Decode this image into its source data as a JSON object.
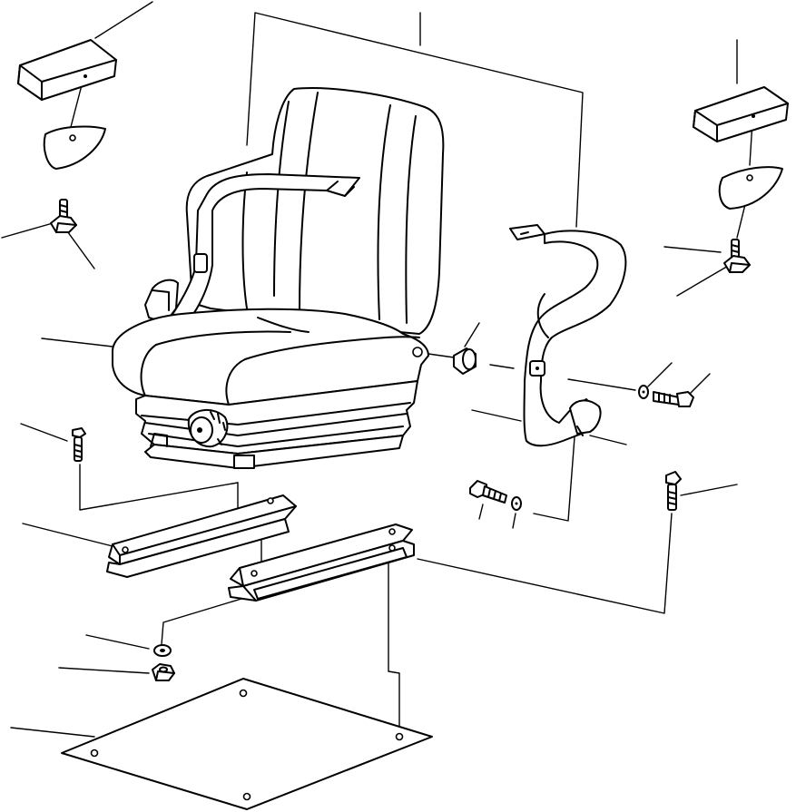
{
  "diagram": {
    "type": "exploded-parts-view",
    "line_color": "#000000",
    "background": "#ffffff",
    "parts": [
      "armrest-pad-left",
      "armrest-pad-right",
      "armrest-bracket-left",
      "armrest-bracket-right",
      "armrest-bolt-left",
      "armrest-bolt-right",
      "seat-assembly",
      "seat-belt-left",
      "seat-belt-right",
      "belt-spacer",
      "belt-bolt",
      "belt-washer",
      "slide-rail-left",
      "slide-rail-right",
      "rail-bolt-left",
      "rail-bolt-right",
      "anchor-bolt",
      "anchor-washer",
      "rail-washer",
      "rail-nut",
      "floor-plate"
    ],
    "callout_count": 19
  }
}
